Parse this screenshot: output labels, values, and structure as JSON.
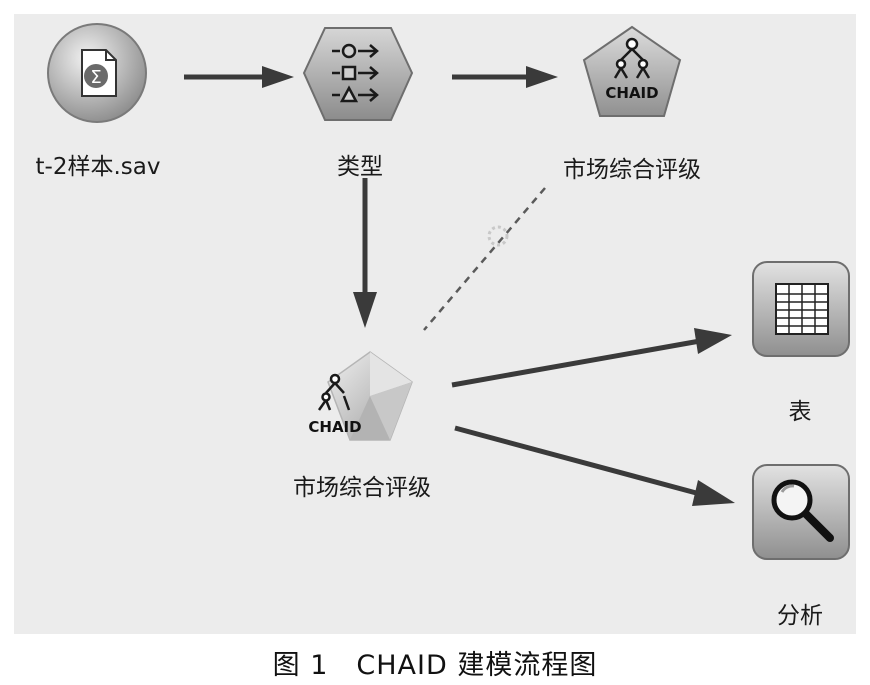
{
  "nodes": {
    "source": {
      "label": "t-2样本.sav",
      "icon": "sigma-file-icon"
    },
    "type": {
      "label": "类型",
      "icon": "type-hexagon-icon"
    },
    "chaid_model": {
      "label": "市场综合评级",
      "badge": "CHAID",
      "icon": "chaid-pentagon-icon"
    },
    "chaid_nugget": {
      "label": "市场综合评级",
      "badge": "CHAID",
      "icon": "chaid-nugget-icon"
    },
    "table": {
      "label": "表",
      "icon": "table-icon"
    },
    "analysis": {
      "label": "分析",
      "icon": "magnifier-icon"
    }
  },
  "caption": "图 1　CHAID 建模流程图"
}
